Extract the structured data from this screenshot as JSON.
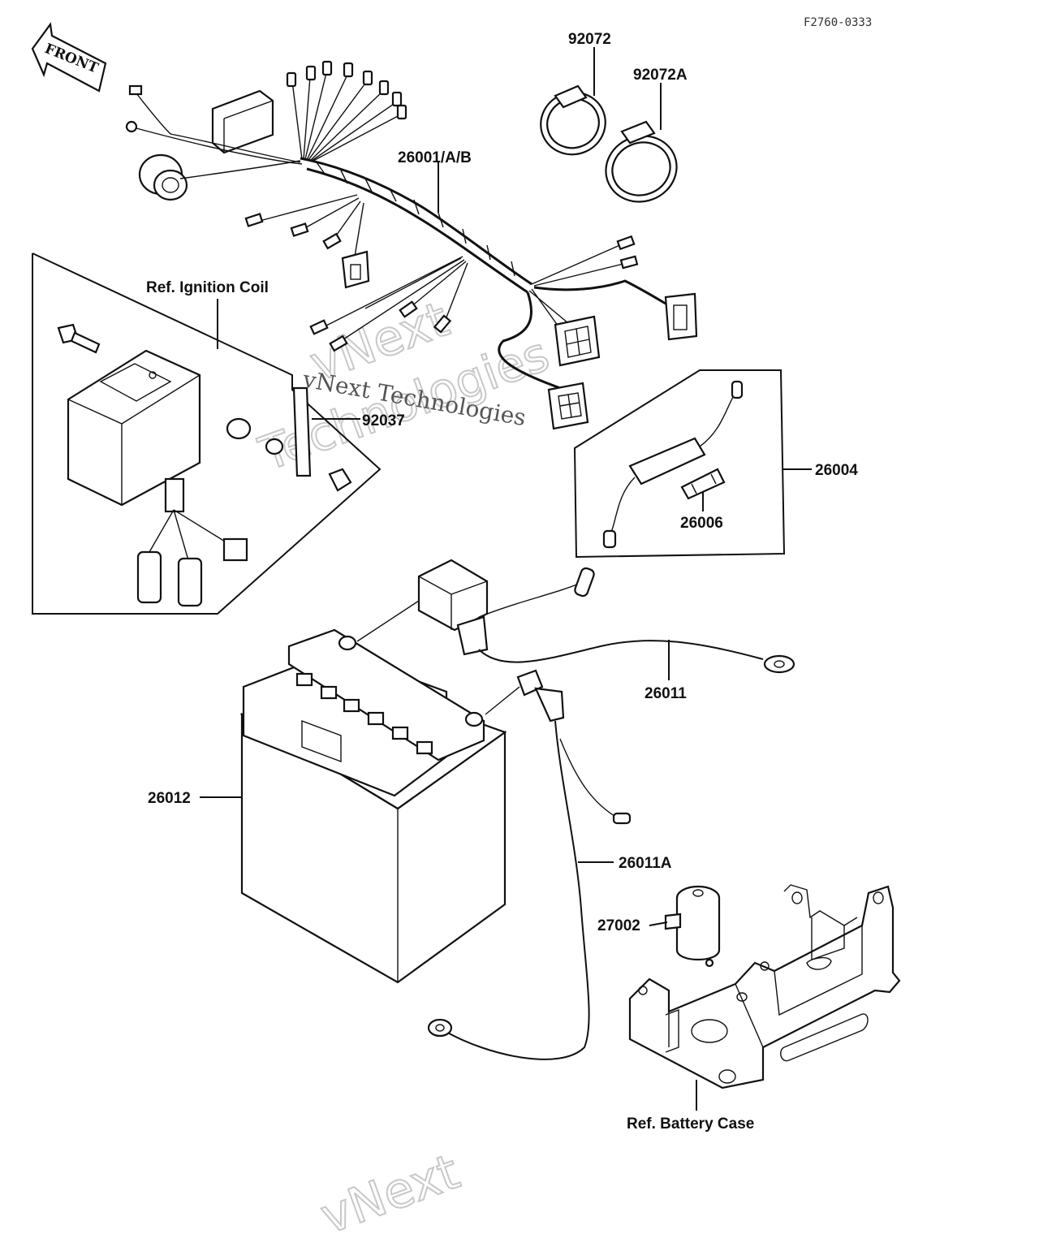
{
  "diagram": {
    "code": "F2760-0333",
    "front_label": "FRONT",
    "watermark": {
      "line1": "vNext Technologies",
      "ghost_a": "vNext",
      "ghost_b": "Technologies",
      "ghost_c": "vNext"
    },
    "callouts": {
      "harness": "26001/A/B",
      "band": "92072",
      "band_a": "92072A",
      "ignition_coil": "Ref. Ignition Coil",
      "bracket": "92037",
      "fuse_holder": "26004",
      "fuse": "26006",
      "cable_pos": "26011",
      "battery": "26012",
      "cable_neg": "26011A",
      "relay": "27002",
      "battery_case": "Ref. Battery Case"
    }
  }
}
